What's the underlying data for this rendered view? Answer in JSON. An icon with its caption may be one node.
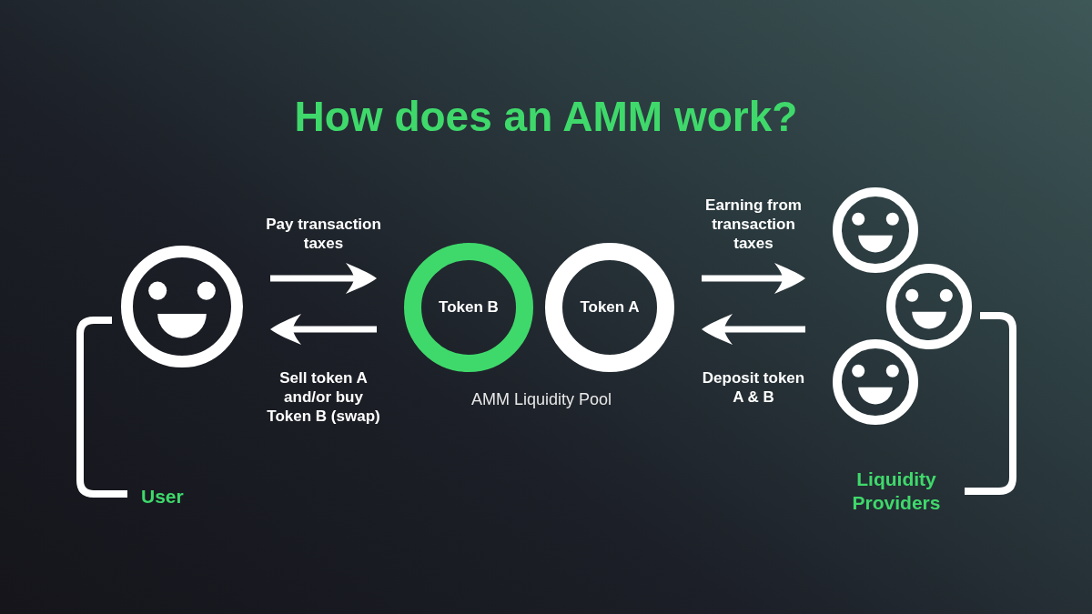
{
  "diagram": {
    "title": "How does an AMM work?",
    "nodes": [
      {
        "text": [],
        "shape": "person"
      },
      {
        "text": [
          "Token B"
        ]
      },
      {
        "text": [
          "Token A"
        ]
      },
      {
        "text": [],
        "shape": "person"
      },
      {
        "text": [],
        "shape": "person"
      },
      {
        "text": [],
        "shape": "person"
      }
    ],
    "edges": [
      {
        "from": 0,
        "to": 1,
        "arrow": "to",
        "label": "Pay transaction taxes"
      },
      {
        "from": 1,
        "to": 0,
        "arrow": "to",
        "label": "Sell token A and/or buy Token B (swap)"
      },
      {
        "from": 2,
        "to": 3,
        "arrow": "to",
        "label": "Earning from transaction taxes"
      },
      {
        "from": 5,
        "to": 2,
        "arrow": "to",
        "label": "Deposit token A & B"
      }
    ],
    "labels": [
      "AMM Liquidity Pool",
      "User",
      "Liquidity Providers"
    ]
  }
}
